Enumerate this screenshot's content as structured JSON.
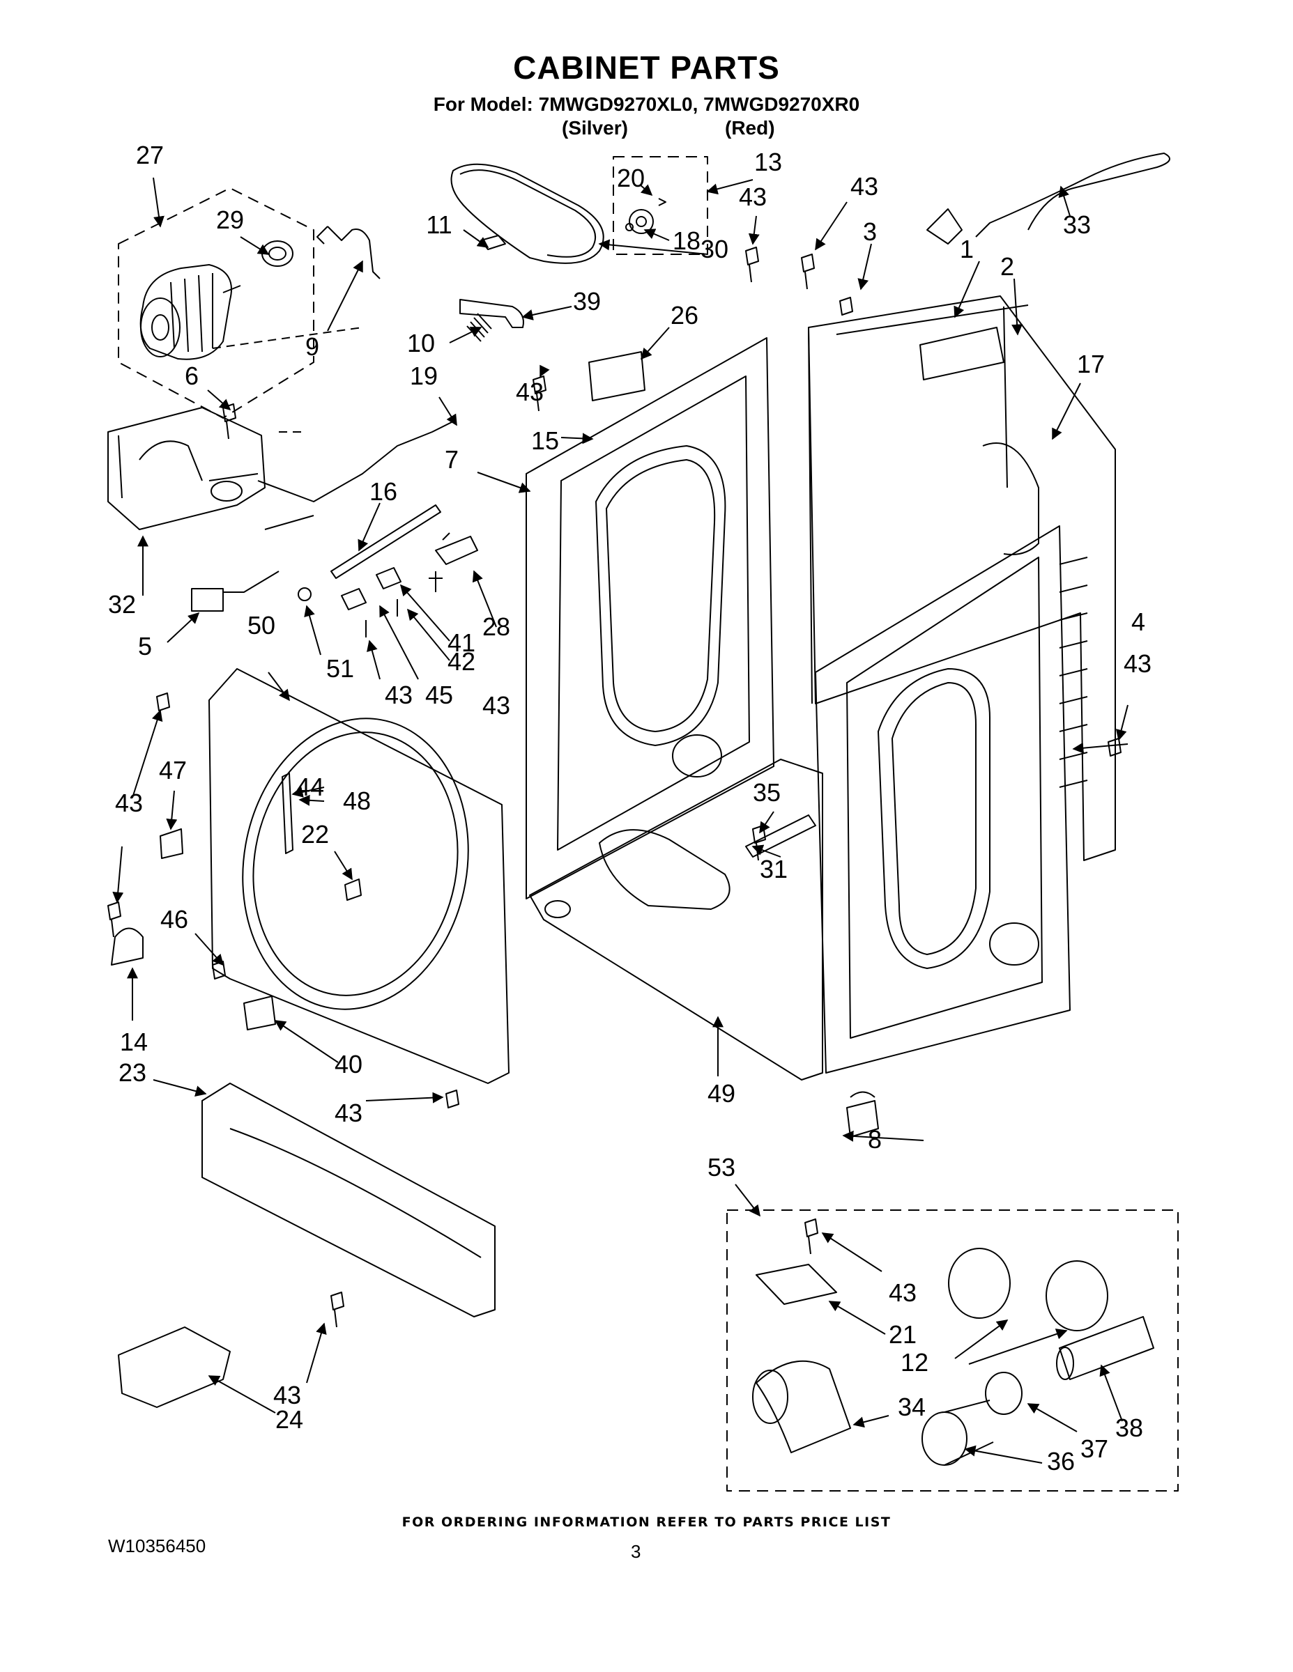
{
  "header": {
    "title": "CABINET PARTS",
    "model_line": "For Model: 7MWGD9270XL0, 7MWGD9270XR0",
    "variant_silver": "(Silver)",
    "variant_red": "(Red)"
  },
  "part_labels": [
    "1",
    "2",
    "3",
    "4",
    "5",
    "6",
    "7",
    "8",
    "9",
    "10",
    "11",
    "12",
    "13",
    "14",
    "15",
    "16",
    "17",
    "18",
    "19",
    "20",
    "21",
    "22",
    "23",
    "24",
    "26",
    "27",
    "28",
    "29",
    "30",
    "31",
    "32",
    "33",
    "34",
    "35",
    "36",
    "37",
    "38",
    "39",
    "40",
    "41",
    "42",
    "43",
    "44",
    "45",
    "46",
    "47",
    "48",
    "49",
    "50",
    "51",
    "53"
  ],
  "footer": {
    "ordering_note": "FOR ORDERING INFORMATION REFER TO PARTS PRICE LIST",
    "document_number": "W10356450",
    "page_number": "3"
  }
}
